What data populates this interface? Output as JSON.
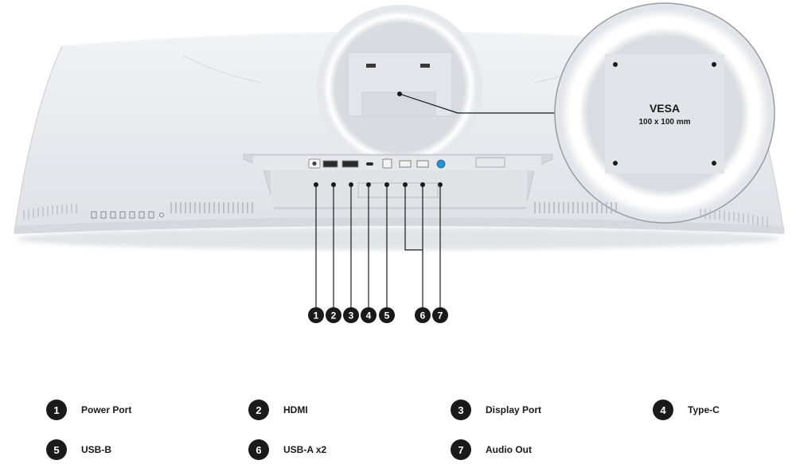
{
  "vesa": {
    "title": "VESA",
    "spec": "100 x 100 mm"
  },
  "callout_numbers": [
    "1",
    "2",
    "3",
    "4",
    "5",
    "6",
    "7"
  ],
  "legend": [
    {
      "num": "1",
      "label": "Power Port"
    },
    {
      "num": "2",
      "label": "HDMI"
    },
    {
      "num": "3",
      "label": "Display Port"
    },
    {
      "num": "4",
      "label": "Type-C"
    },
    {
      "num": "5",
      "label": "USB-B"
    },
    {
      "num": "6",
      "label": "USB-A x2"
    },
    {
      "num": "7",
      "label": "Audio Out"
    }
  ],
  "colors": {
    "monitor_body": "#e9eaee",
    "monitor_edge": "#d3d5db",
    "badge": "#1a1a1a",
    "audio_port": "#2c8fc9",
    "ring_glow": "#ffffff"
  }
}
